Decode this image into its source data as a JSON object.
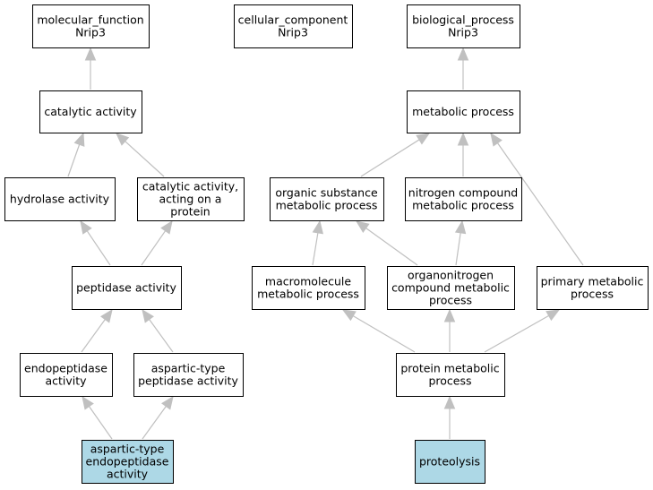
{
  "nodes": {
    "mf_root": {
      "lines": [
        "molecular_function",
        "Nrip3"
      ],
      "highlight": false
    },
    "cc_root": {
      "lines": [
        "cellular_component",
        "Nrip3"
      ],
      "highlight": false
    },
    "bp_root": {
      "lines": [
        "biological_process",
        "Nrip3"
      ],
      "highlight": false
    },
    "catalytic": {
      "lines": [
        "catalytic activity"
      ],
      "highlight": false
    },
    "metabolic": {
      "lines": [
        "metabolic process"
      ],
      "highlight": false
    },
    "hydrolase": {
      "lines": [
        "hydrolase activity"
      ],
      "highlight": false
    },
    "cat_protein": {
      "lines": [
        "catalytic activity,",
        "acting on a",
        "protein"
      ],
      "highlight": false
    },
    "organic_sub": {
      "lines": [
        "organic substance",
        "metabolic process"
      ],
      "highlight": false
    },
    "nitrogen": {
      "lines": [
        "nitrogen compound",
        "metabolic process"
      ],
      "highlight": false
    },
    "peptidase": {
      "lines": [
        "peptidase activity"
      ],
      "highlight": false
    },
    "macromolecule": {
      "lines": [
        "macromolecule",
        "metabolic process"
      ],
      "highlight": false
    },
    "organonitrogen": {
      "lines": [
        "organonitrogen",
        "compound metabolic",
        "process"
      ],
      "highlight": false
    },
    "primary": {
      "lines": [
        "primary metabolic",
        "process"
      ],
      "highlight": false
    },
    "endopeptidase": {
      "lines": [
        "endopeptidase",
        "activity"
      ],
      "highlight": false
    },
    "aspartic_pep": {
      "lines": [
        "aspartic-type",
        "peptidase activity"
      ],
      "highlight": false
    },
    "protein_met": {
      "lines": [
        "protein metabolic",
        "process"
      ],
      "highlight": false
    },
    "aspartic_endo": {
      "lines": [
        "aspartic-type",
        "endopeptidase",
        "activity"
      ],
      "highlight": true
    },
    "proteolysis": {
      "lines": [
        "proteolysis"
      ],
      "highlight": true
    }
  },
  "edges": [
    [
      "catalytic",
      "mf_root"
    ],
    [
      "hydrolase",
      "catalytic"
    ],
    [
      "cat_protein",
      "catalytic"
    ],
    [
      "peptidase",
      "hydrolase"
    ],
    [
      "peptidase",
      "cat_protein"
    ],
    [
      "endopeptidase",
      "peptidase"
    ],
    [
      "aspartic_pep",
      "peptidase"
    ],
    [
      "aspartic_endo",
      "endopeptidase"
    ],
    [
      "aspartic_endo",
      "aspartic_pep"
    ],
    [
      "metabolic",
      "bp_root"
    ],
    [
      "organic_sub",
      "metabolic"
    ],
    [
      "nitrogen",
      "metabolic"
    ],
    [
      "primary",
      "metabolic"
    ],
    [
      "macromolecule",
      "organic_sub"
    ],
    [
      "organonitrogen",
      "organic_sub"
    ],
    [
      "organonitrogen",
      "nitrogen"
    ],
    [
      "protein_met",
      "macromolecule"
    ],
    [
      "protein_met",
      "organonitrogen"
    ],
    [
      "protein_met",
      "primary"
    ],
    [
      "proteolysis",
      "protein_met"
    ]
  ],
  "colors": {
    "highlight": "#add8e6",
    "edge": "#c0c0c0",
    "border": "#000000"
  }
}
